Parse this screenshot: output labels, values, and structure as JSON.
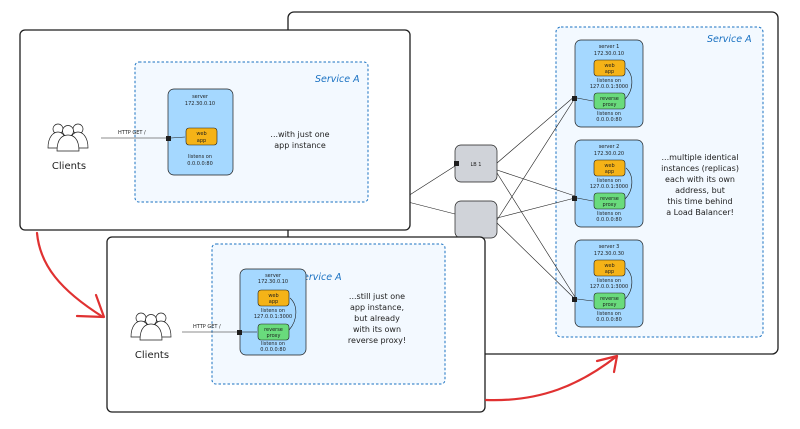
{
  "diagram": {
    "title": "Service scaling progression",
    "colors": {
      "service_border": "#1971c2",
      "server_fill": "#a5d8ff",
      "web_app_fill": "#f5b317",
      "reverse_proxy_fill": "#69db7c",
      "load_balancer_fill": "#d0d3d9",
      "arrow_red": "#e03131"
    },
    "stage1": {
      "service_label": "Service A",
      "clients_label": "Clients",
      "request_label": "HTTP GET /",
      "server": {
        "name": "server",
        "ip": "172.30.0.10",
        "web_app_line1": "web",
        "web_app_line2": "app",
        "listens_line1": "listens on",
        "listens_line2": "0.0.0.0:80"
      },
      "note_lines": [
        "...with just one",
        "app instance"
      ]
    },
    "stage2": {
      "service_label": "Service A",
      "clients_label": "Clients",
      "request_label": "HTTP GET /",
      "server": {
        "name": "server",
        "ip": "172.30.0.10",
        "web_app_line1": "web",
        "web_app_line2": "app",
        "app_listens_line1": "listens on",
        "app_listens_line2": "127.0.0.1:3000",
        "proxy_line1": "reverse",
        "proxy_line2": "proxy",
        "proxy_listens_line1": "listens on",
        "proxy_listens_line2": "0.0.0.0:80"
      },
      "note_lines": [
        "...still just one",
        "app instance,",
        "but already",
        "with its own",
        "reverse proxy!"
      ]
    },
    "stage3": {
      "service_label": "Service A",
      "load_balancers": [
        {
          "label": "LB 1"
        },
        {
          "label": ""
        }
      ],
      "servers": [
        {
          "name": "server 1",
          "ip": "172.30.0.10",
          "web_app_line1": "web",
          "web_app_line2": "app",
          "app_listens_line1": "listens on",
          "app_listens_line2": "127.0.0.1:3000",
          "proxy_line1": "reverse",
          "proxy_line2": "proxy",
          "proxy_listens_line1": "listens on",
          "proxy_listens_line2": "0.0.0.0:80"
        },
        {
          "name": "server 2",
          "ip": "172.30.0.20",
          "web_app_line1": "web",
          "web_app_line2": "app",
          "app_listens_line1": "listens on",
          "app_listens_line2": "127.0.0.1:3000",
          "proxy_line1": "reverse",
          "proxy_line2": "proxy",
          "proxy_listens_line1": "listens on",
          "proxy_listens_line2": "0.0.0.0:80"
        },
        {
          "name": "server 3",
          "ip": "172.30.0.30",
          "web_app_line1": "web",
          "web_app_line2": "app",
          "app_listens_line1": "listens on",
          "app_listens_line2": "127.0.0.1:3000",
          "proxy_line1": "reverse",
          "proxy_line2": "proxy",
          "proxy_listens_line1": "listens on",
          "proxy_listens_line2": "0.0.0.0:80"
        }
      ],
      "note_lines": [
        "...multiple identical",
        "instances (replicas)",
        "each with its own",
        "address, but",
        "this time behind",
        "a Load Balancer!"
      ]
    }
  }
}
